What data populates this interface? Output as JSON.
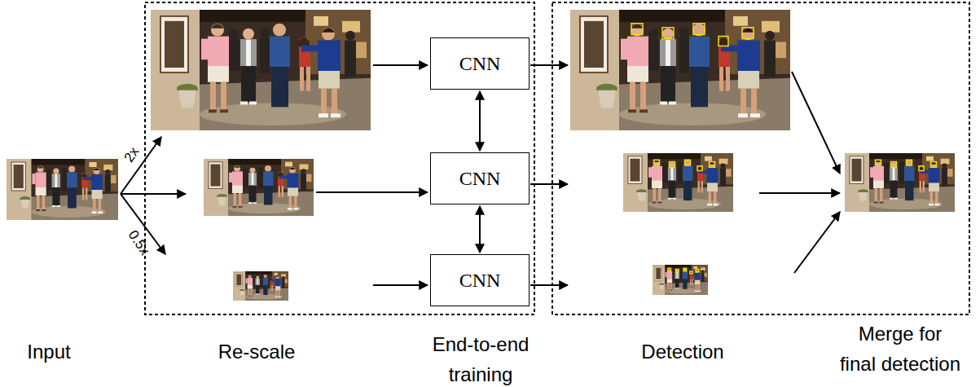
{
  "diagram": {
    "nodes": [
      {
        "text": [
          "CNN"
        ]
      },
      {
        "text": [
          "CNN"
        ]
      },
      {
        "text": [
          "CNN"
        ]
      }
    ],
    "edges": [
      {
        "from": 0,
        "to": 1,
        "arrow": "both"
      },
      {
        "from": 1,
        "to": 2,
        "arrow": "both"
      }
    ],
    "labels": [
      "2x",
      "0.5x",
      "Input",
      "Re-scale",
      "End-to-end training",
      "Detection",
      "Merge for final detection"
    ]
  }
}
